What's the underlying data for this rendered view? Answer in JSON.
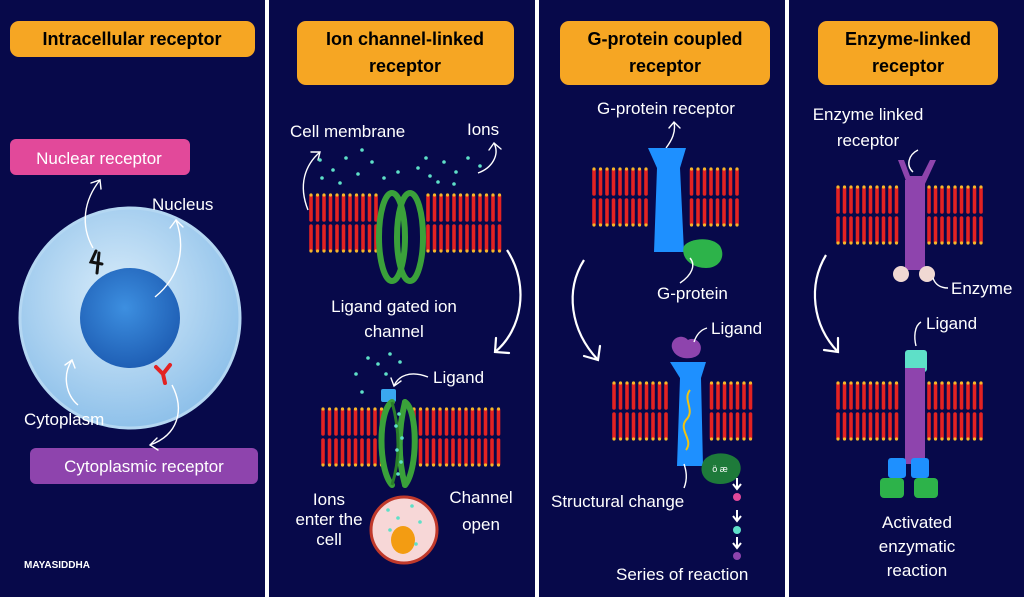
{
  "panels": [
    {
      "title_lines": [
        "Intracellular receptor"
      ]
    },
    {
      "title_lines": [
        "Ion channel-linked",
        "receptor"
      ]
    },
    {
      "title_lines": [
        "G-protein coupled",
        "receptor"
      ]
    },
    {
      "title_lines": [
        "Enzyme-linked",
        "receptor"
      ]
    }
  ],
  "intracellular": {
    "nuclear_receptor": "Nuclear receptor",
    "nucleus": "Nucleus",
    "cytoplasm": "Cytoplasm",
    "cytoplasmic_receptor": "Cytoplasmic receptor",
    "credit": "MAYASIDDHA"
  },
  "ion_channel": {
    "cell_membrane": "Cell membrane",
    "ions_top": "Ions",
    "ligand_gated": [
      "Ligand gated ion",
      "channel"
    ],
    "ligand": "Ligand",
    "ions_enter": [
      "Ions",
      "enter the",
      "cell"
    ],
    "channel_open": [
      "Channel",
      "open"
    ]
  },
  "gpcr": {
    "g_protein_receptor": "G-protein receptor",
    "g_protein": "G-protein",
    "ligand": "Ligand",
    "structural_change": "Structural change",
    "series_of_reaction": "Series of reaction"
  },
  "enzyme": {
    "enzyme_linked_receptor": [
      "Enzyme linked",
      "receptor"
    ],
    "enzyme": "Enzyme",
    "ligand": "Ligand",
    "activated": [
      "Activated",
      "enzymatic",
      "reaction"
    ]
  },
  "colors": {
    "background": "#07094a",
    "title_badge": "#f6a623",
    "nuclear_badge": "#e2499a",
    "cytoplasmic_badge": "#8e44ad",
    "membrane": "#e32222",
    "lipid_head": "#f6b62a",
    "channel": "#3aa13a",
    "receptor_blue": "#1e90ff",
    "g_protein": "#2db34a",
    "enzyme_receptor": "#8e44ad",
    "ligand_teal": "#5ee0c8",
    "ligand_purple": "#8e44ad"
  }
}
